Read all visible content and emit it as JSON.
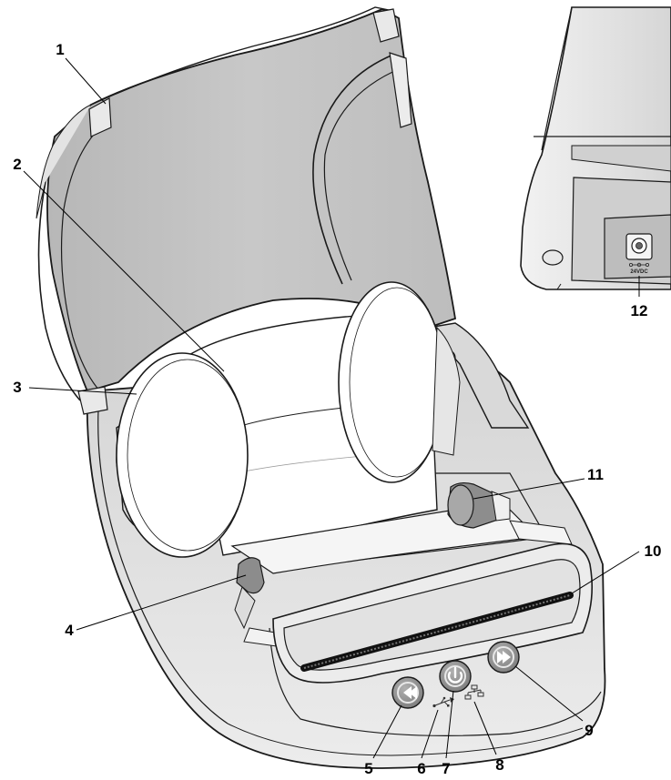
{
  "callouts": {
    "c1": "1",
    "c2": "2",
    "c3": "3",
    "c4": "4",
    "c5": "5",
    "c6": "6",
    "c7": "7",
    "c8": "8",
    "c9": "9",
    "c10": "10",
    "c11": "11",
    "c12": "12"
  },
  "rear_view": {
    "power_rating": "24VDC"
  },
  "colors": {
    "body_light": "#e4e4e4",
    "body_mid": "#c6c6c6",
    "body_dark": "#8c8c8c",
    "lid_inner": "#c3c3c3",
    "roll_white": "#ffffff",
    "outline": "#1a1a1a",
    "slot": "#111111"
  }
}
